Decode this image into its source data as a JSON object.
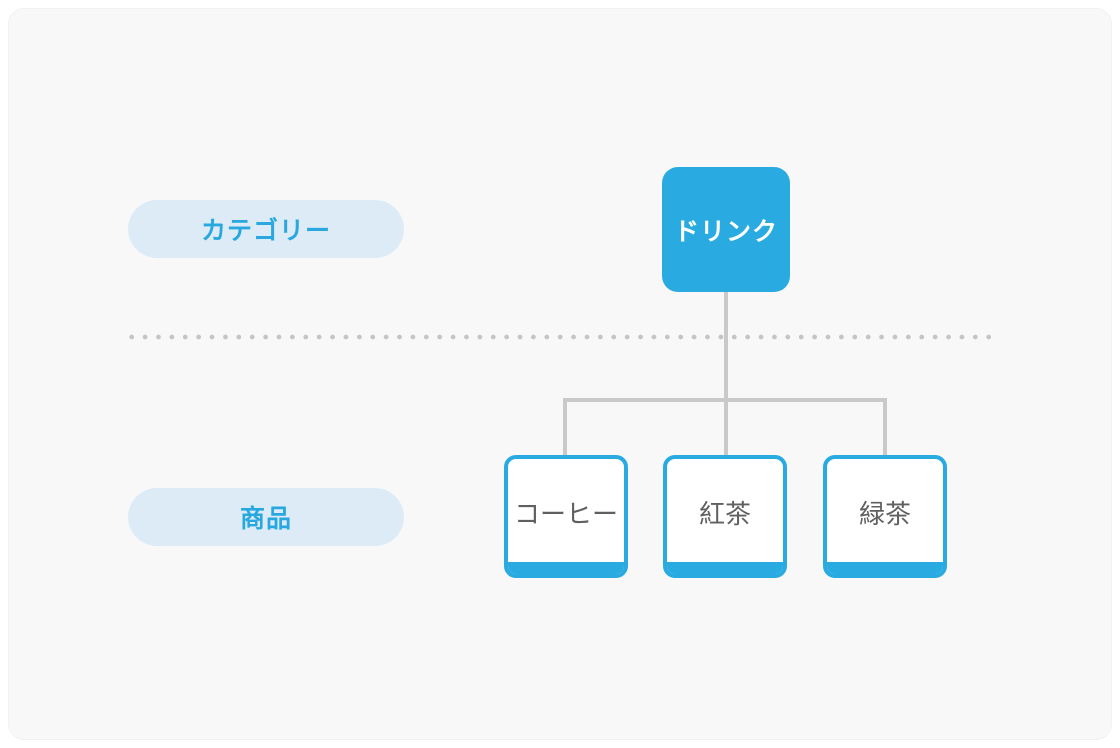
{
  "diagram": {
    "row_labels": {
      "category": "カテゴリー",
      "product": "商品"
    },
    "nodes": {
      "root": "ドリンク",
      "children": [
        "コーヒー",
        "紅茶",
        "緑茶"
      ]
    },
    "colors": {
      "accent_blue": "#29ABE2",
      "label_pill_bg": "#DDEBF7",
      "label_text": "#29A8E0",
      "connector_gray": "#C9C9C9",
      "divider_dot_gray": "#C4C4C4",
      "child_text_gray": "#606060",
      "card_bg": "#F8F8F8",
      "page_bg": "#FFFFFF"
    }
  }
}
